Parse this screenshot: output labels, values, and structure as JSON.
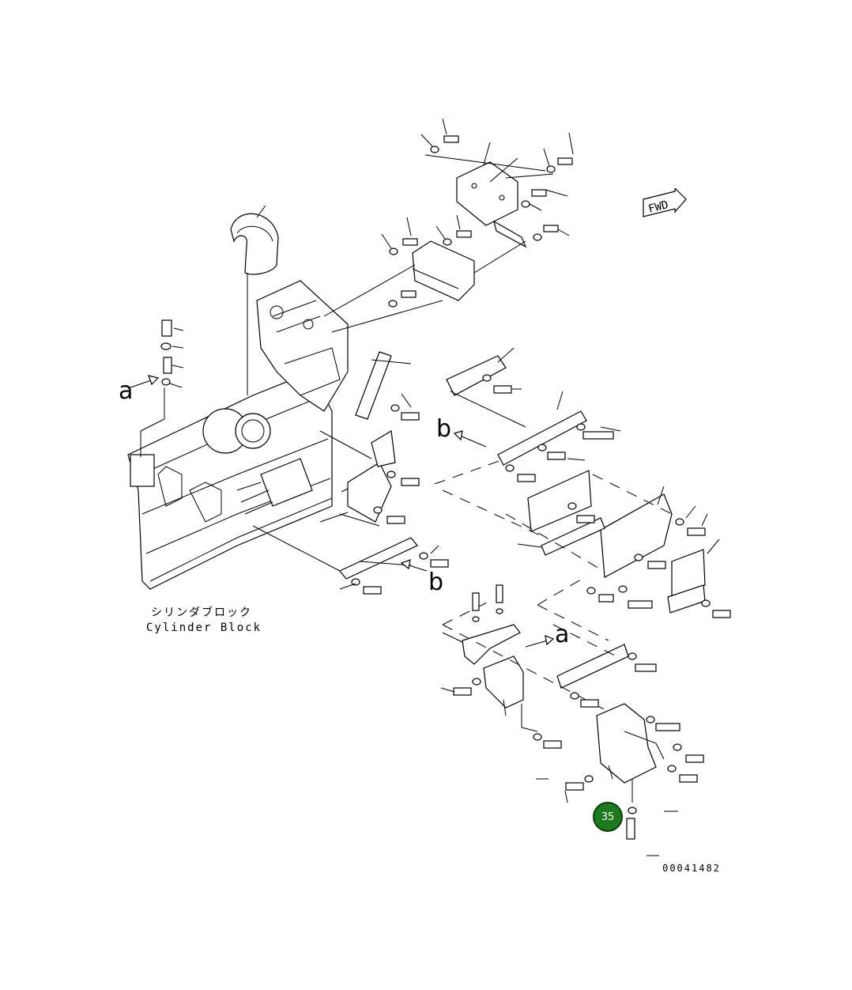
{
  "labels": {
    "a_top": "a",
    "b_mid": "b",
    "b_low": "b",
    "a_low": "a"
  },
  "caption": {
    "jp": "シリンダブロック",
    "en": "Cylinder Block"
  },
  "fwd_sign": "FWD",
  "callout": {
    "number": "35",
    "color": "#1f7a1f"
  },
  "drawing_number": "00041482"
}
